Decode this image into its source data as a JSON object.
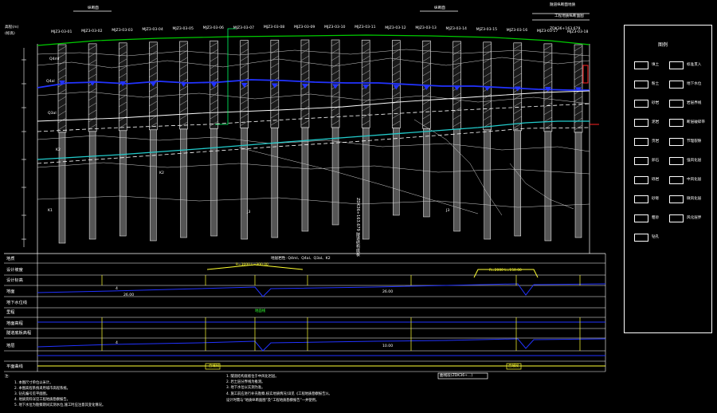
{
  "header": {
    "left_caption": "纵断面",
    "center_caption": "纵断面",
    "right_caption_1": "隧道纵断面地质",
    "right_caption_2": "工程地质纵断面图",
    "right_caption_3": "ZDK36+163.679"
  },
  "elevation_axis": {
    "title": "高程(m)",
    "subtitle": "(标高)"
  },
  "boreholes": [
    "MJZ3-03-01",
    "MJZ3-03-02",
    "MJZ3-03-03",
    "MJZ3-03-04",
    "MJZ3-03-05",
    "MJZ3-03-06",
    "MJZ3-03-07",
    "MJZ3-03-08",
    "MJZ3-03-09",
    "MJZ3-03-10",
    "MJZ3-03-11",
    "MJZ3-03-12",
    "MJZ3-03-13",
    "MJZ3-03-14",
    "MJZ3-03-15",
    "MJZ3-03-16",
    "MJZ3-03-17",
    "MJZ3-03-18"
  ],
  "strata_labels": [
    "Q4ml",
    "Q4al",
    "Q3al",
    "K2",
    "K2",
    "K1",
    "J3",
    "J3"
  ],
  "section_vertical_text": "ZDK36+163.679\n隧道结构底板",
  "table_rows": [
    {
      "label": "地质",
      "value": "地层岩性: Q4ml、Q4al、Q3al、K2"
    },
    {
      "label": "设计坡度",
      "value": ""
    },
    {
      "label": "设计标高",
      "value": ""
    },
    {
      "label": "地面",
      "value": ""
    },
    {
      "label": "地下水位线",
      "value": ""
    },
    {
      "label": "里程",
      "value": ""
    },
    {
      "label": "地面高程",
      "value": ""
    },
    {
      "label": "隧道底板高程",
      "value": ""
    },
    {
      "label": "地层",
      "value": ""
    },
    {
      "label": "平面曲线",
      "value": ""
    }
  ],
  "table_annotations": {
    "top_bracket": "R=3000 L=300.00",
    "right_bracket": "R=2000 L=150.00",
    "slope_1": "4",
    "slope_2": "26.00",
    "slope_3": "4",
    "slope_4": "10.00",
    "slope_5": "26.00",
    "ground_note": "地面线",
    "plan_left": "直线段",
    "plan_mid": "曲线段(ZDK36+...)",
    "plan_right": "直线段"
  },
  "legend": {
    "title": "图例",
    "items_left": [
      "填土",
      "粉土",
      "砂岩",
      "泥岩",
      "页岩",
      "卵石",
      "砾岩",
      "砂砾",
      "粗砂",
      "钻孔"
    ],
    "items_right": [
      "标准贯入",
      "地下水位",
      "岩层界线",
      "断层破碎带",
      "节理裂隙",
      "强风化层",
      "中风化层",
      "微风化层",
      "风化层界"
    ]
  },
  "notes": {
    "title": "注:",
    "left": [
      "1. 本图尺寸单位以米计。",
      "2. 本图高程系统采用城市高程系统。",
      "3. 钻孔编号见平面图。",
      "4. 地质资料详见工程地质勘察报告。",
      "5. 地下水位为勘察期间实测水位,施工时应注意其变化情况。"
    ],
    "right": [
      "1. 隧道结构底板位于中风化岩层。",
      "2. 岩土层分界线为推测。",
      "3. 地下水位以实测为准。",
      "4. 施工前应进行补充勘察,核实地质情况(详见《工程地质勘察报告》)。",
      "   设计时需与“地质纵断面图”及“工程地质勘察报告”一并使用。"
    ]
  },
  "colors": {
    "background": "#000000",
    "ground_line": "#00cc00",
    "water_line": "#2222ff",
    "tunnel_line": "#22cccc",
    "frame": "#ffffff",
    "accent": "#ffff33",
    "marker": "#ff2222"
  }
}
